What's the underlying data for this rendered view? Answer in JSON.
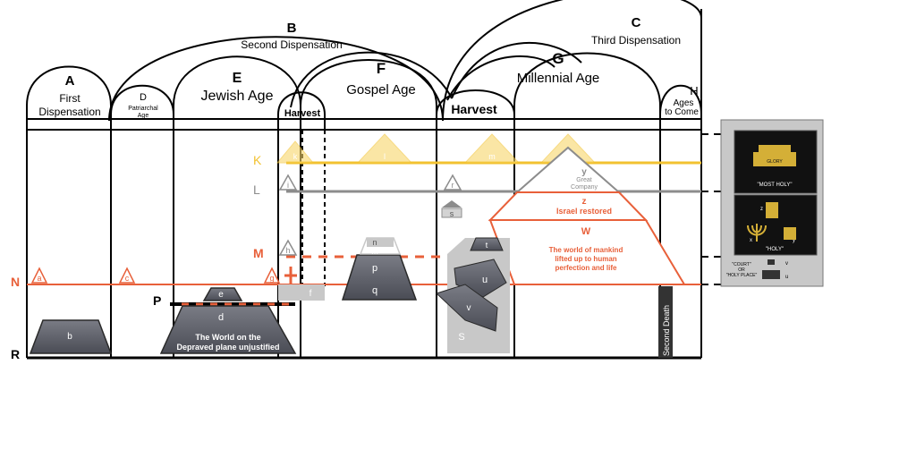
{
  "arches": {
    "A": {
      "letter": "A",
      "label1": "First",
      "label2": "Dispensation"
    },
    "B": {
      "letter": "B",
      "label": "Second Dispensation"
    },
    "C": {
      "letter": "C",
      "label": "Third Dispensation"
    },
    "D": {
      "letter": "D",
      "label1": "Patriarchal",
      "label2": "Age"
    },
    "E": {
      "letter": "E",
      "label": "Jewish Age"
    },
    "F": {
      "letter": "F",
      "label": "Gospel Age"
    },
    "G": {
      "letter": "G",
      "label": "Millennial Age"
    },
    "H": {
      "letter": "H",
      "label1": "Ages",
      "label2": "to Come"
    },
    "harvest1": "Harvest",
    "harvest2": "Harvest"
  },
  "planes": {
    "K": "K",
    "L": "L",
    "M": "M",
    "N": "N",
    "P": "P",
    "R": "R"
  },
  "markers": {
    "a": "a",
    "b": "b",
    "c": "c",
    "d": "d",
    "e": "e",
    "f": "f",
    "g": "g",
    "h": "h",
    "i": "i",
    "k": "k",
    "l": "l",
    "m": "m",
    "n": "n",
    "p": "p",
    "q": "q",
    "r": "r",
    "s": "s",
    "S": "S",
    "t": "t",
    "u": "u",
    "v": "v",
    "w": "w",
    "x": "x",
    "y": "y",
    "z": "z",
    "W": "W"
  },
  "pyramid": {
    "great_company": [
      "Great",
      "Company"
    ],
    "israel_restored": "Israel restored",
    "world_text": [
      "The world of mankind",
      "lifted up to human",
      "perfection and life"
    ]
  },
  "depraved_text": [
    "The World on the",
    "Depraved plane unjustified"
  ],
  "second_death": "Second Death",
  "tabernacle": {
    "glory": "GLORY",
    "most_holy": "\"MOST HOLY\"",
    "holy": "\"HOLY\"",
    "court": [
      "\"COURT\"",
      "OR",
      "\"HOLY PLACE\""
    ],
    "z": "z",
    "x": "x",
    "y": "y",
    "v": "v",
    "u": "u"
  },
  "colors": {
    "gold": "#f2c230",
    "gray_line": "#8c8c8c",
    "orange": "#e8603a",
    "stone": "#5b5d66",
    "panel_bg": "#c8c8c8"
  }
}
